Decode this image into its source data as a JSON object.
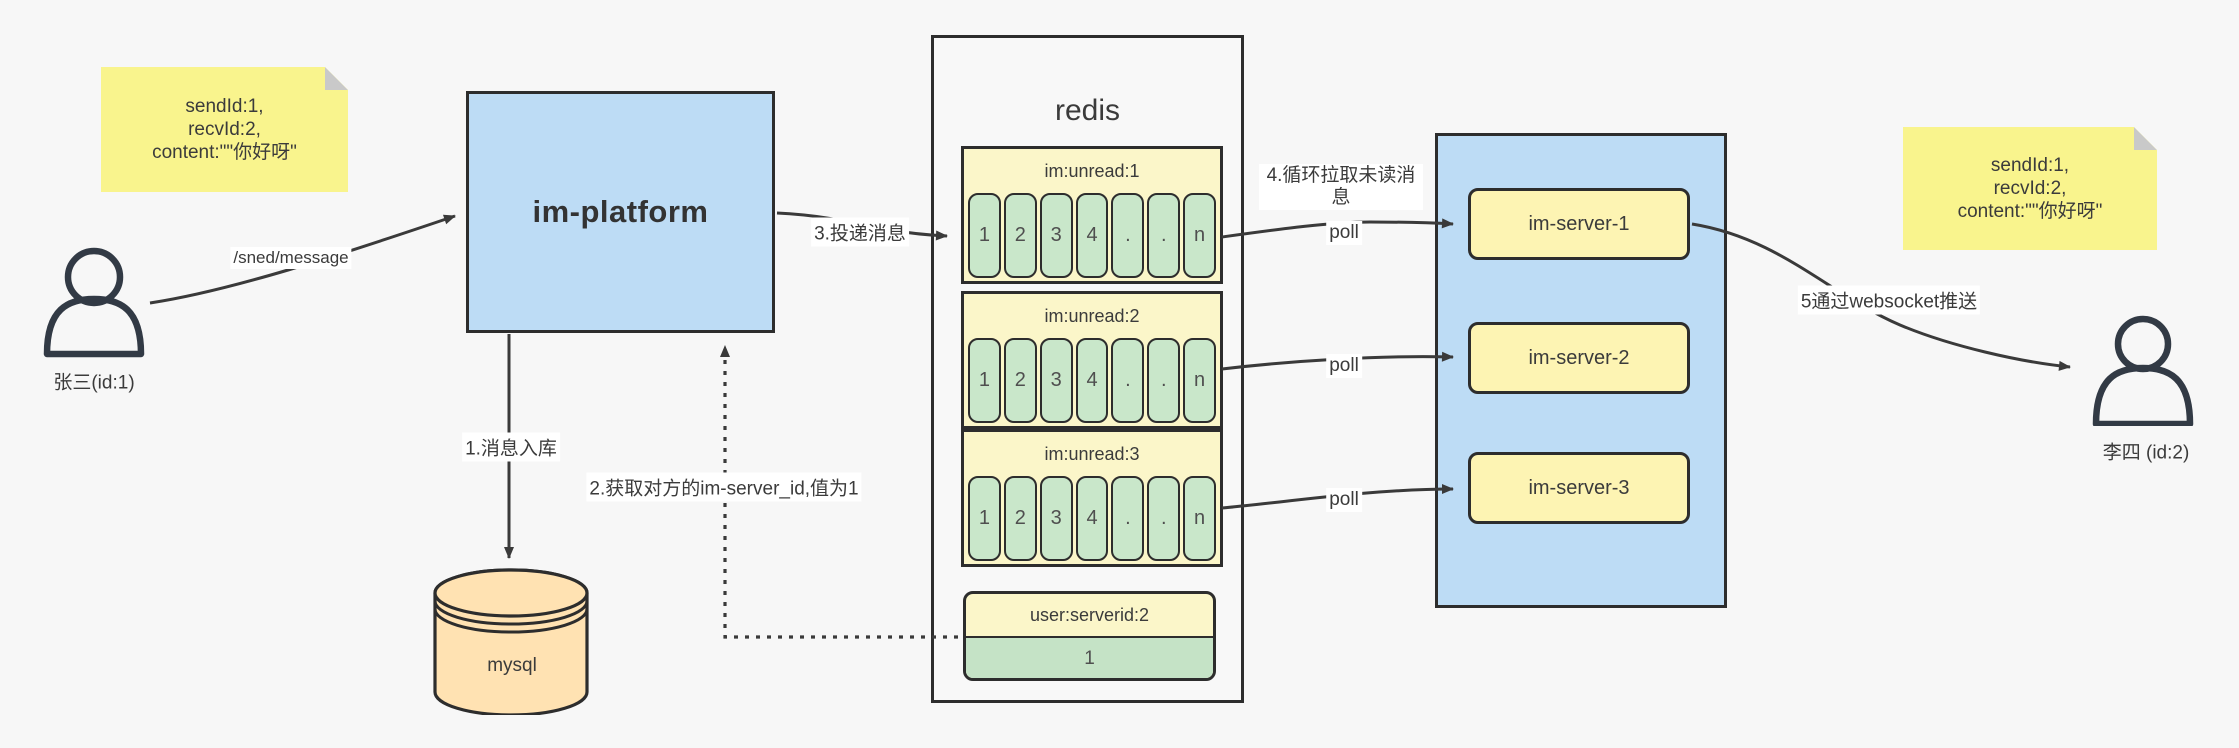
{
  "page": {
    "background": "#f7f7f7"
  },
  "colors": {
    "blue_fill": "#bddcf5",
    "note_yellow": "#f9f48d",
    "queue_yellow": "#fbf6c9",
    "server_yellow": "#fdf4b3",
    "green_cell": "#c9e7ca",
    "kv_green": "#c5e3c6",
    "mysql_orange": "#ffe2b2",
    "border_dark": "#2d2d2d",
    "line_dark": "#3a3a3a",
    "fold_gray": "#c9c9c9"
  },
  "actors": {
    "sender": {
      "label": "张三(id:1)"
    },
    "receiver": {
      "label": "李四 (id:2)"
    }
  },
  "notes": {
    "left": {
      "lines": [
        "sendId:1,",
        "recvId:2,",
        "content:\"\"你好呀\""
      ]
    },
    "right": {
      "lines": [
        "sendId:1,",
        "recvId:2,",
        "content:\"\"你好呀\""
      ]
    }
  },
  "platform": {
    "label": "im-platform"
  },
  "database": {
    "label": "mysql"
  },
  "redis": {
    "title": "redis",
    "queues": [
      {
        "title": "im:unread:1",
        "cells": [
          "1",
          "2",
          "3",
          "4",
          ".",
          ".",
          "n"
        ]
      },
      {
        "title": "im:unread:2",
        "cells": [
          "1",
          "2",
          "3",
          "4",
          ".",
          ".",
          "n"
        ]
      },
      {
        "title": "im:unread:3",
        "cells": [
          "1",
          "2",
          "3",
          "4",
          ".",
          ".",
          "n"
        ]
      }
    ],
    "kv": {
      "title": "user:serverid:2",
      "value": "1"
    }
  },
  "servers": {
    "items": [
      {
        "label": "im-server-1"
      },
      {
        "label": "im-server-2"
      },
      {
        "label": "im-server-3"
      }
    ]
  },
  "edges": {
    "send": "/sned/message",
    "step1": "1.消息入库",
    "step2": "2.获取对方的im-server_id,值为1",
    "step3": "3.投递消息",
    "step4": "4.循环拉取未读消息",
    "poll": "poll",
    "step5": "5通过websocket推送"
  }
}
